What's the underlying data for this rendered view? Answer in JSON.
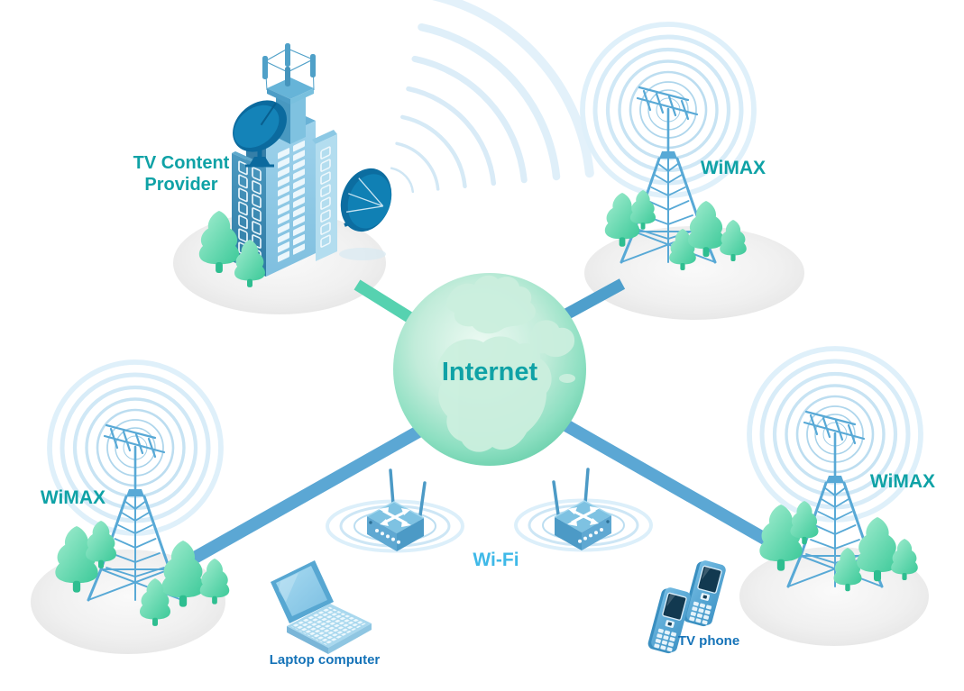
{
  "diagram": {
    "type": "network-illustration",
    "nodes": {
      "tv_content_provider": {
        "label": "TV Content Provider"
      },
      "wimax_north": {
        "label": "WiMAX"
      },
      "wimax_west": {
        "label": "WiMAX"
      },
      "wimax_east": {
        "label": "WiMAX"
      },
      "internet": {
        "label": "Internet"
      },
      "wifi": {
        "label": "Wi-Fi"
      },
      "laptop": {
        "label": "Laptop computer"
      },
      "tv_phone": {
        "label": "TV phone"
      }
    },
    "links": [
      {
        "from": "internet",
        "to": "tv_content_provider",
        "color": "#56D2B0"
      },
      {
        "from": "internet",
        "to": "wimax_north",
        "color": "#4E9FCC"
      },
      {
        "from": "internet",
        "to": "wimax_west",
        "color": "#5BA7D4"
      },
      {
        "from": "internet",
        "to": "wimax_east",
        "color": "#5BA7D4"
      }
    ],
    "colors": {
      "teal_label": "#0FA2A6",
      "device_label": "#1573B8",
      "wifi_label": "#3FB9E8",
      "link_green": "#56D2B0",
      "link_blue": "#5BA7D4",
      "tower_blue": "#58A9D6",
      "signal_ring": "#BFDFF0",
      "globe_green": "#4FC39A",
      "tree_green": "#3CC999",
      "platform_gray": "#ECECEC",
      "dish_navy": "#0C6DA0"
    }
  }
}
